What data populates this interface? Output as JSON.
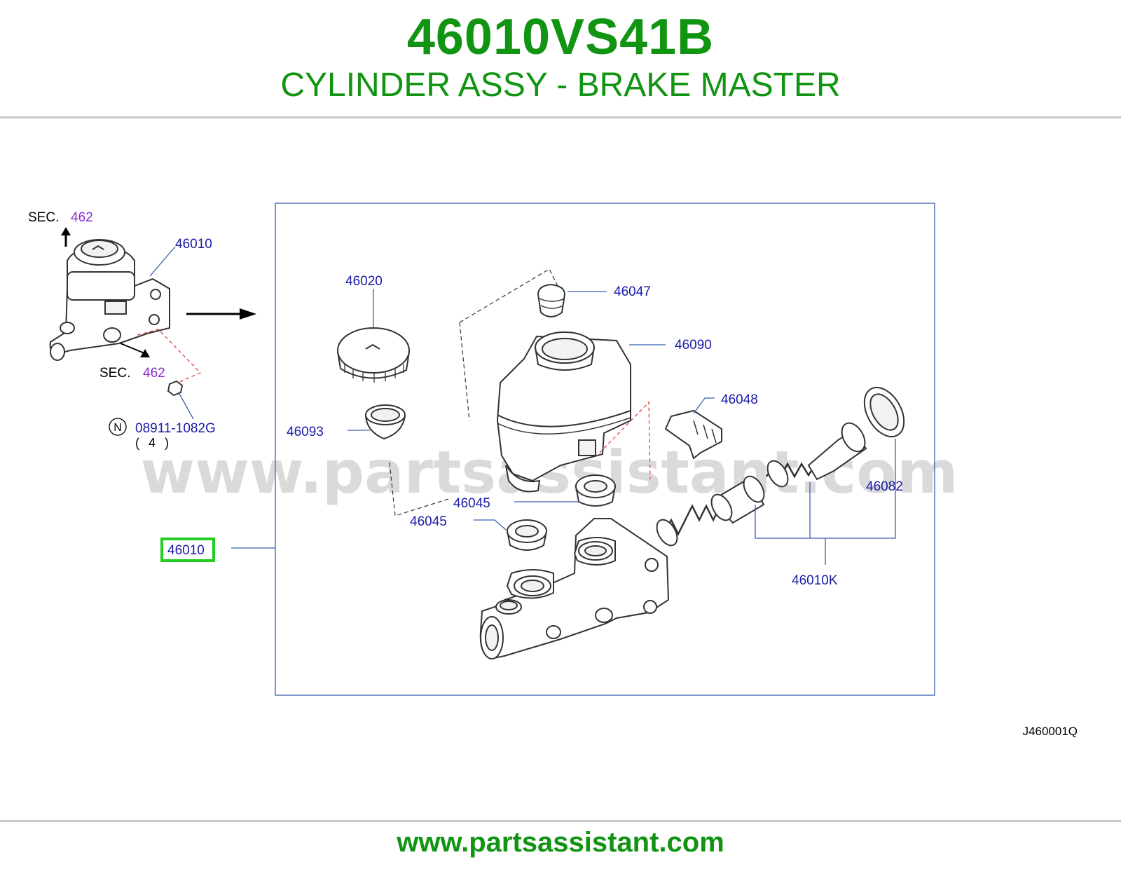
{
  "header": {
    "part_number": "46010VS41B",
    "part_name": "CYLINDER ASSY - BRAKE MASTER"
  },
  "diagram": {
    "sec_top": {
      "label": "SEC.",
      "number": "462"
    },
    "sec_bottom": {
      "label": "SEC.",
      "number": "462"
    },
    "overview_callout": "46010",
    "nut_symbol": "N",
    "nut_part": "08911-1082G",
    "nut_qty": "( 4 )",
    "highlighted_callout": "46010",
    "callouts": {
      "c46020": "46020",
      "c46047": "46047",
      "c46090": "46090",
      "c46048": "46048",
      "c46093": "46093",
      "c46045a": "46045",
      "c46045b": "46045",
      "c46082": "46082",
      "c46010k": "46010K"
    },
    "ref_code": "J460001Q",
    "watermark": "www.partsassistant.com",
    "highlight_color": "#22cc22"
  },
  "footer": {
    "url": "www.partsassistant.com"
  }
}
